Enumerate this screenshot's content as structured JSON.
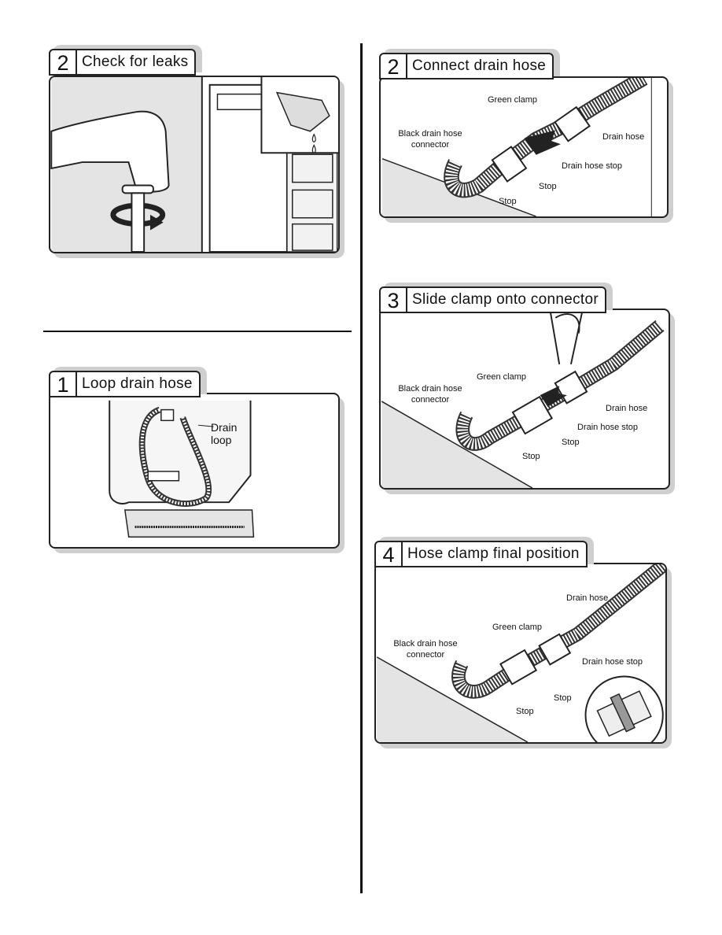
{
  "panels": {
    "check_leaks": {
      "number": "2",
      "title": "Check for leaks"
    },
    "loop_hose": {
      "number": "1",
      "title": "Loop drain hose",
      "labels": {
        "drain_loop_line1": "Drain",
        "drain_loop_line2": "loop"
      }
    },
    "connect_hose": {
      "number": "2",
      "title": "Connect drain hose",
      "labels": {
        "green_clamp": "Green clamp",
        "black_connector_line1": "Black drain hose",
        "black_connector_line2": "connector",
        "drain_hose": "Drain hose",
        "drain_hose_stop": "Drain hose stop",
        "stop_a": "Stop",
        "stop_b": "Stop"
      }
    },
    "slide_clamp": {
      "number": "3",
      "title": "Slide clamp onto connector",
      "labels": {
        "green_clamp": "Green clamp",
        "black_connector_line1": "Black drain hose",
        "black_connector_line2": "connector",
        "drain_hose": "Drain hose",
        "drain_hose_stop": "Drain hose stop",
        "stop_a": "Stop",
        "stop_b": "Stop"
      }
    },
    "final_position": {
      "number": "4",
      "title": "Hose clamp final position",
      "labels": {
        "drain_hose": "Drain hose",
        "green_clamp": "Green clamp",
        "black_connector_line1": "Black drain hose",
        "black_connector_line2": "connector",
        "drain_hose_stop": "Drain hose stop",
        "stop_a": "Stop",
        "stop_b": "Stop"
      }
    }
  }
}
